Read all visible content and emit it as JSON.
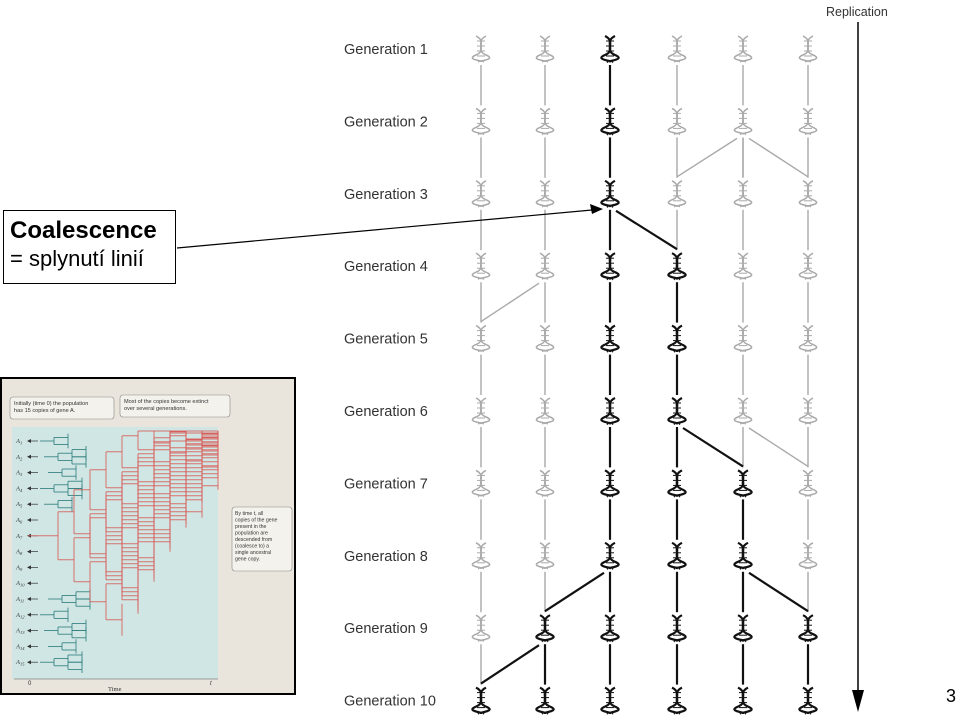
{
  "callout": {
    "title": "Coalescence",
    "subtitle": "= splynutí linií"
  },
  "replication_label": "Replication",
  "generations": [
    {
      "label": "Generation 1",
      "active": [
        false,
        false,
        true,
        false,
        false,
        false
      ]
    },
    {
      "label": "Generation 2",
      "active": [
        false,
        false,
        true,
        false,
        false,
        false
      ]
    },
    {
      "label": "Generation 3",
      "active": [
        false,
        false,
        true,
        false,
        false,
        false
      ]
    },
    {
      "label": "Generation 4",
      "active": [
        false,
        false,
        true,
        true,
        false,
        false
      ]
    },
    {
      "label": "Generation 5",
      "active": [
        false,
        false,
        true,
        true,
        false,
        false
      ]
    },
    {
      "label": "Generation 6",
      "active": [
        false,
        false,
        true,
        true,
        false,
        false
      ]
    },
    {
      "label": "Generation 7",
      "active": [
        false,
        false,
        true,
        true,
        true,
        false
      ]
    },
    {
      "label": "Generation 8",
      "active": [
        false,
        false,
        true,
        true,
        true,
        false
      ]
    },
    {
      "label": "Generation 9",
      "active": [
        false,
        true,
        true,
        true,
        true,
        true
      ]
    },
    {
      "label": "Generation 10",
      "active": [
        true,
        true,
        true,
        true,
        true,
        true
      ]
    }
  ],
  "links": [
    {
      "from": [
        1,
        4
      ],
      "to": [
        2,
        3
      ],
      "active": false
    },
    {
      "from": [
        1,
        4
      ],
      "to": [
        2,
        4
      ],
      "active": false
    },
    {
      "from": [
        1,
        4
      ],
      "to": [
        2,
        5
      ],
      "active": false
    },
    {
      "from": [
        2,
        2
      ],
      "to": [
        3,
        3
      ],
      "active": true
    },
    {
      "from": [
        3,
        1
      ],
      "to": [
        4,
        0
      ],
      "active": false
    },
    {
      "from": [
        5,
        3
      ],
      "to": [
        6,
        4
      ],
      "active": true
    },
    {
      "from": [
        5,
        4
      ],
      "to": [
        6,
        5
      ],
      "active": false
    },
    {
      "from": [
        7,
        2
      ],
      "to": [
        8,
        1
      ],
      "active": true
    },
    {
      "from": [
        7,
        4
      ],
      "to": [
        8,
        5
      ],
      "active": true
    },
    {
      "from": [
        8,
        1
      ],
      "to": [
        9,
        0
      ],
      "active": true
    }
  ],
  "colors": {
    "active": "#111111",
    "inactive": "#a9a9a9",
    "inset_red": "#d9534f",
    "inset_teal": "#2a7a7a",
    "inset_bg": "#cfe6e4"
  },
  "inset": {
    "note_top_left": "Initially (time 0) the population has 15 copies of gene A.",
    "note_top_right": "Most of the copies become extinct over several generations.",
    "note_right": "By time t, all copies of the gene present in the population are descended from (coalesce to) a single ancestral gene copy.",
    "row_label": "A",
    "row_subscripts": [
      "1",
      "2",
      "3",
      "4",
      "5",
      "6",
      "7",
      "8",
      "9",
      "10",
      "11",
      "12",
      "13",
      "14",
      "15"
    ],
    "axis_start": "0",
    "axis_end": "t",
    "axis_title": "Time"
  },
  "page_number": "3"
}
